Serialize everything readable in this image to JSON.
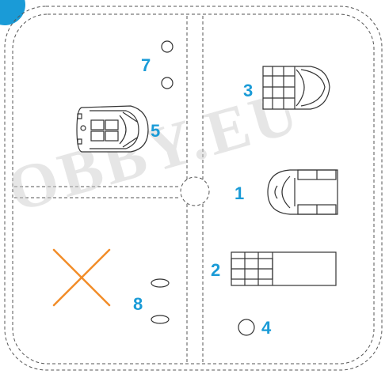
{
  "diagram": {
    "watermark": "OBBY.EU",
    "labels": {
      "one": "1",
      "two": "2",
      "three": "3",
      "four": "4",
      "five": "5",
      "seven": "7",
      "eight": "8"
    },
    "colors": {
      "label": "#1a9bd7",
      "cross": "#f28c28",
      "corner_badge": "#1a9bd7",
      "line": "#333333"
    }
  }
}
